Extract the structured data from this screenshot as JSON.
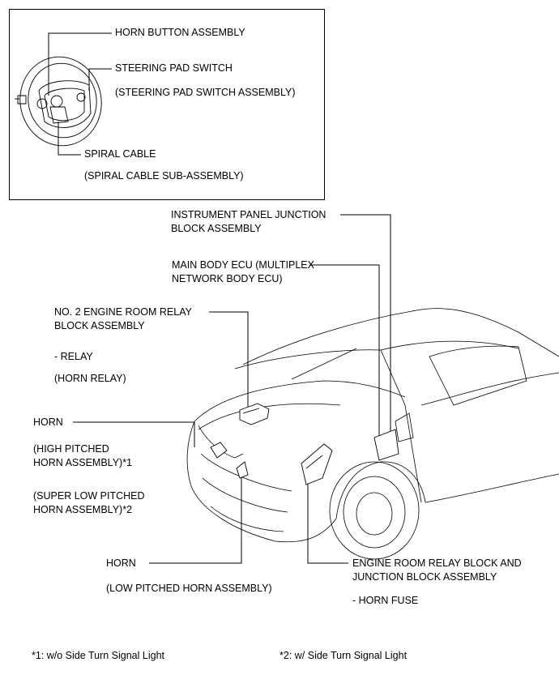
{
  "inset": {
    "horn_button": "HORN BUTTON ASSEMBLY",
    "steering_pad_switch": "STEERING PAD SWITCH",
    "steering_pad_switch_assembly": "(STEERING PAD SWITCH ASSEMBLY)",
    "spiral_cable": "SPIRAL CABLE",
    "spiral_cable_sub": "(SPIRAL CABLE SUB-ASSEMBLY)"
  },
  "labels": {
    "ipjb_1": "INSTRUMENT PANEL JUNCTION",
    "ipjb_2": "BLOCK ASSEMBLY",
    "ecu_1": "MAIN BODY ECU (MULTIPLEX",
    "ecu_2": "NETWORK BODY ECU)",
    "relay_block_1": "NO. 2 ENGINE ROOM RELAY",
    "relay_block_2": "BLOCK ASSEMBLY",
    "relay": "- RELAY",
    "horn_relay": "(HORN RELAY)",
    "horn_1": "HORN",
    "high_pitched_1": "(HIGH PITCHED",
    "high_pitched_2": "HORN ASSEMBLY)*1",
    "super_low_1": "(SUPER LOW PITCHED",
    "super_low_2": "HORN ASSEMBLY)*2",
    "horn_2": "HORN",
    "low_pitched": "(LOW PITCHED HORN ASSEMBLY)",
    "erjb_1": "ENGINE ROOM RELAY BLOCK AND",
    "erjb_2": "JUNCTION BLOCK ASSEMBLY",
    "horn_fuse": "- HORN FUSE"
  },
  "footnotes": {
    "note1": "*1: w/o Side Turn Signal Light",
    "note2": "*2: w/ Side Turn Signal Light"
  }
}
